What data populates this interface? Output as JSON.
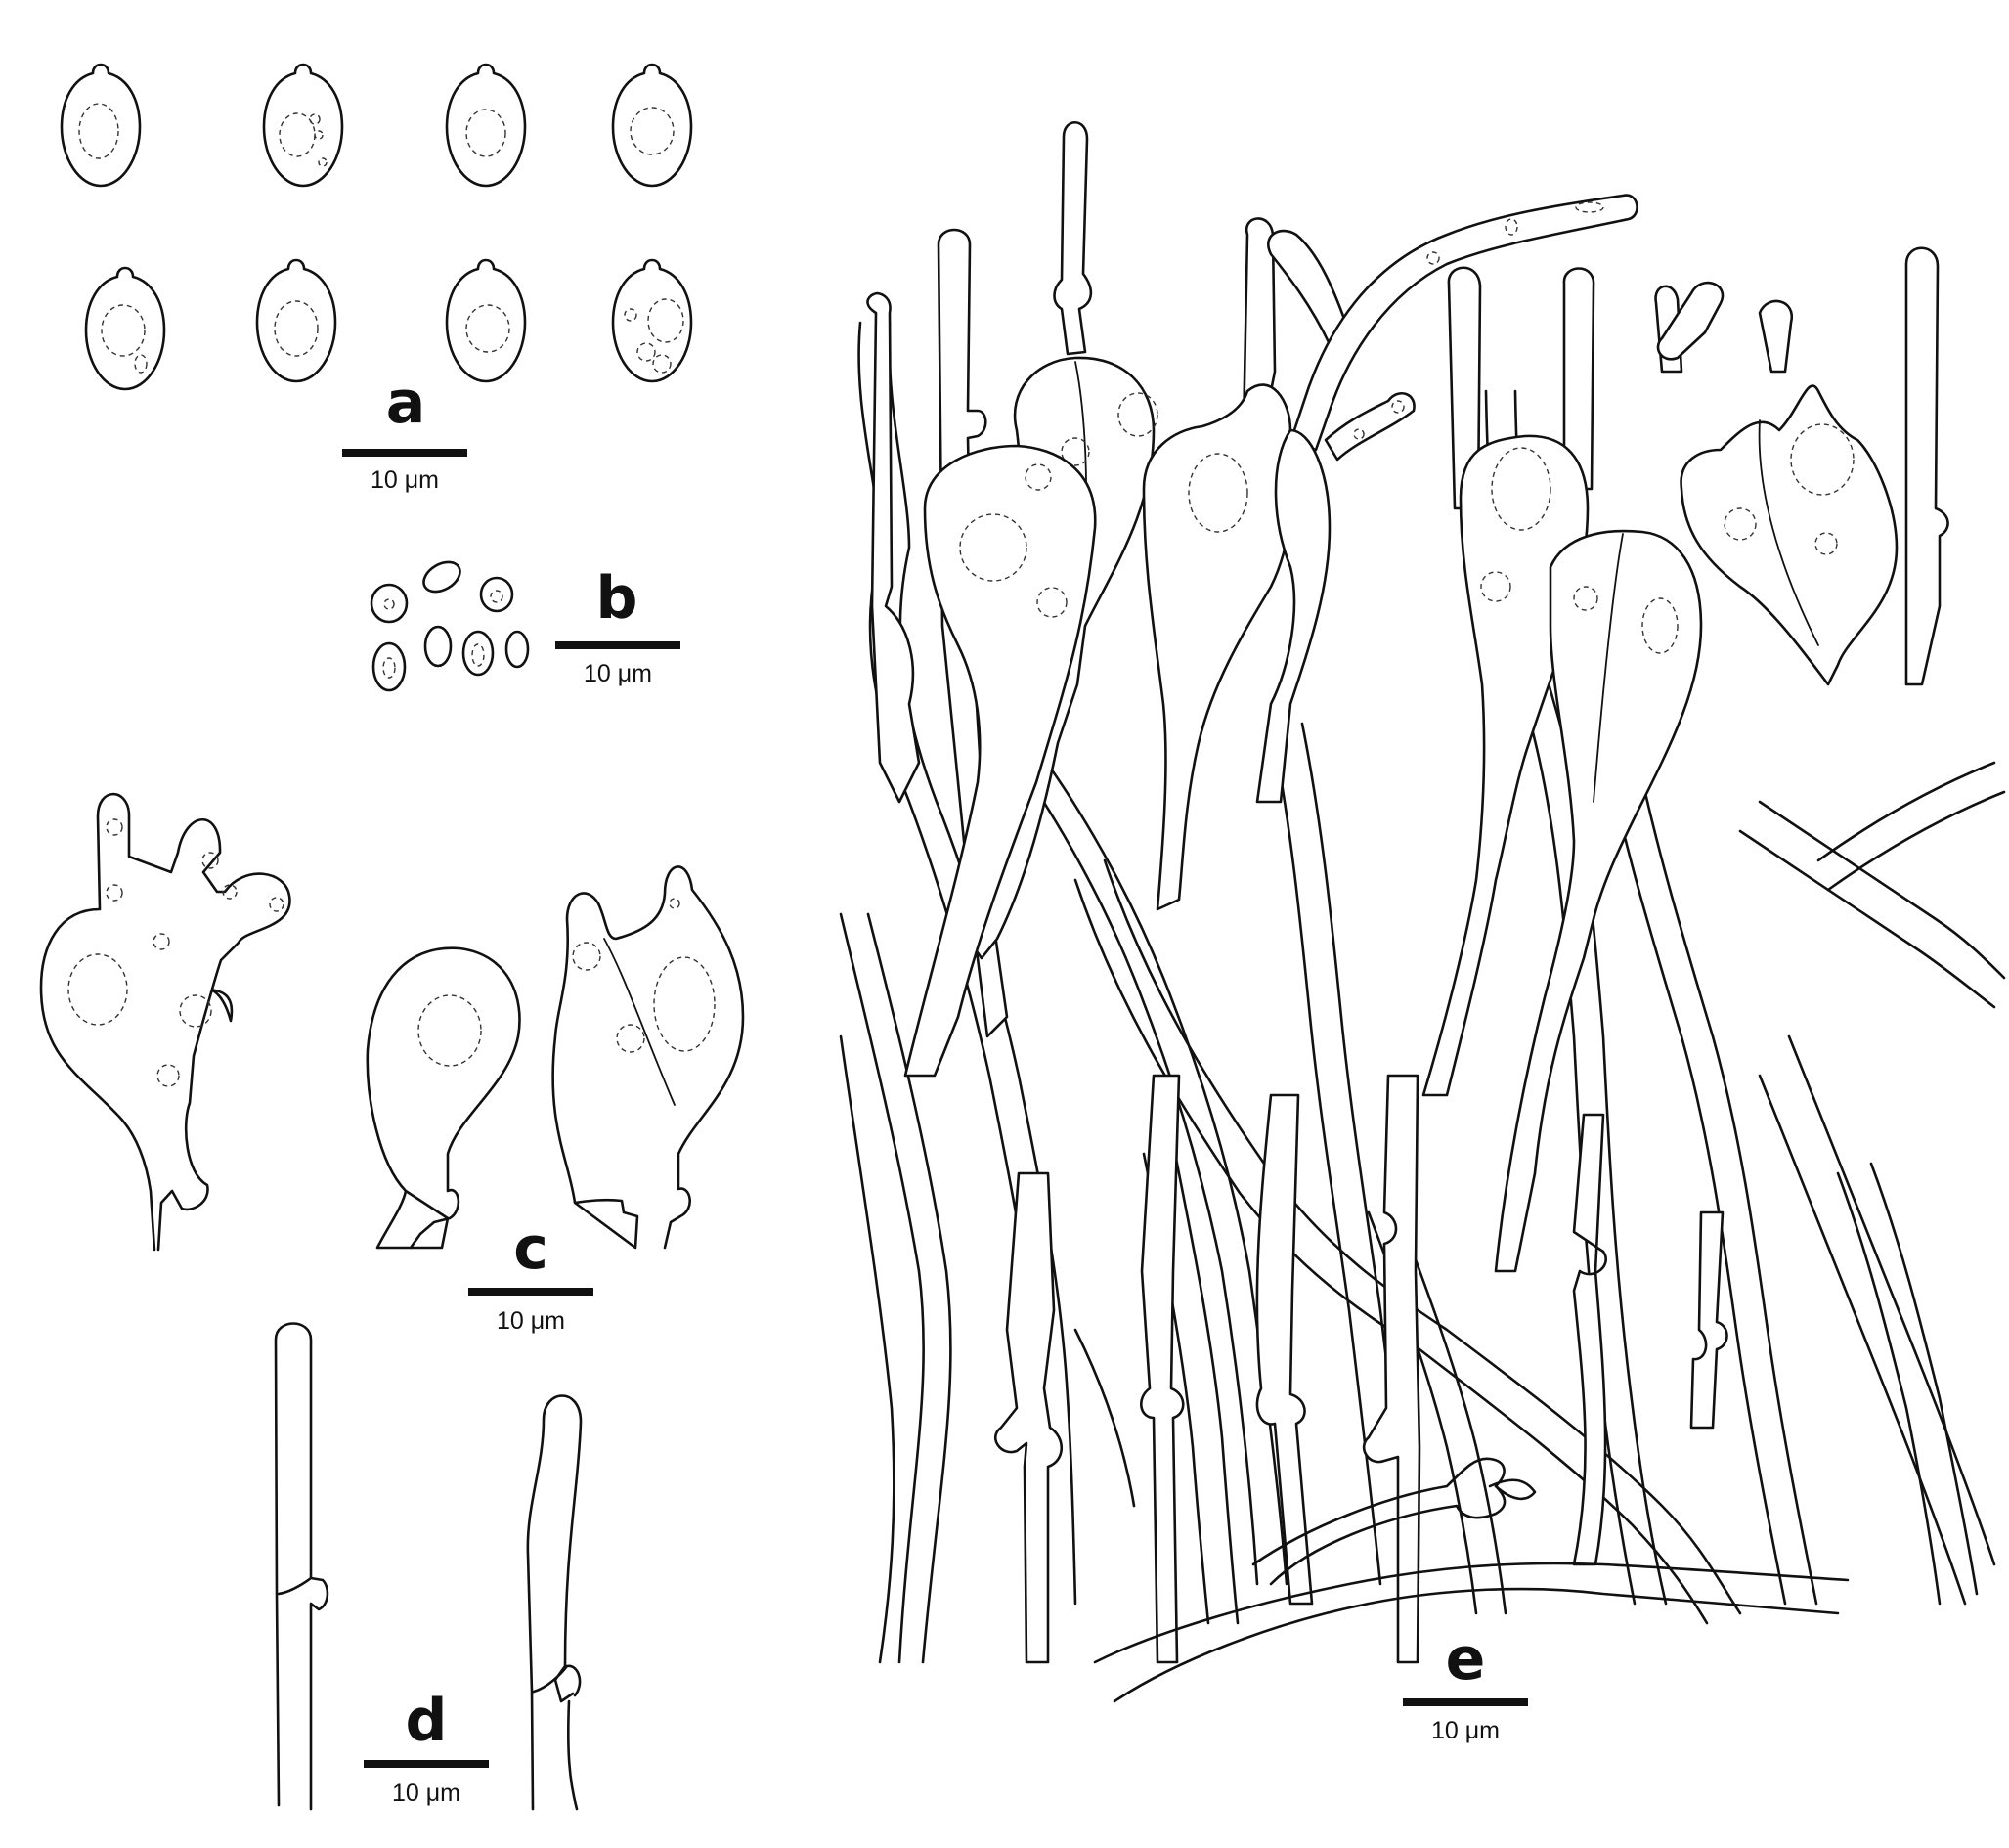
{
  "panels": {
    "a": {
      "label": "a",
      "scale": "10 μm"
    },
    "b": {
      "label": "b",
      "scale": "10 μm"
    },
    "c": {
      "label": "c",
      "scale": "10 μm"
    },
    "d": {
      "label": "d",
      "scale": "10 μm"
    },
    "e": {
      "label": "e",
      "scale": "10 μm"
    }
  }
}
